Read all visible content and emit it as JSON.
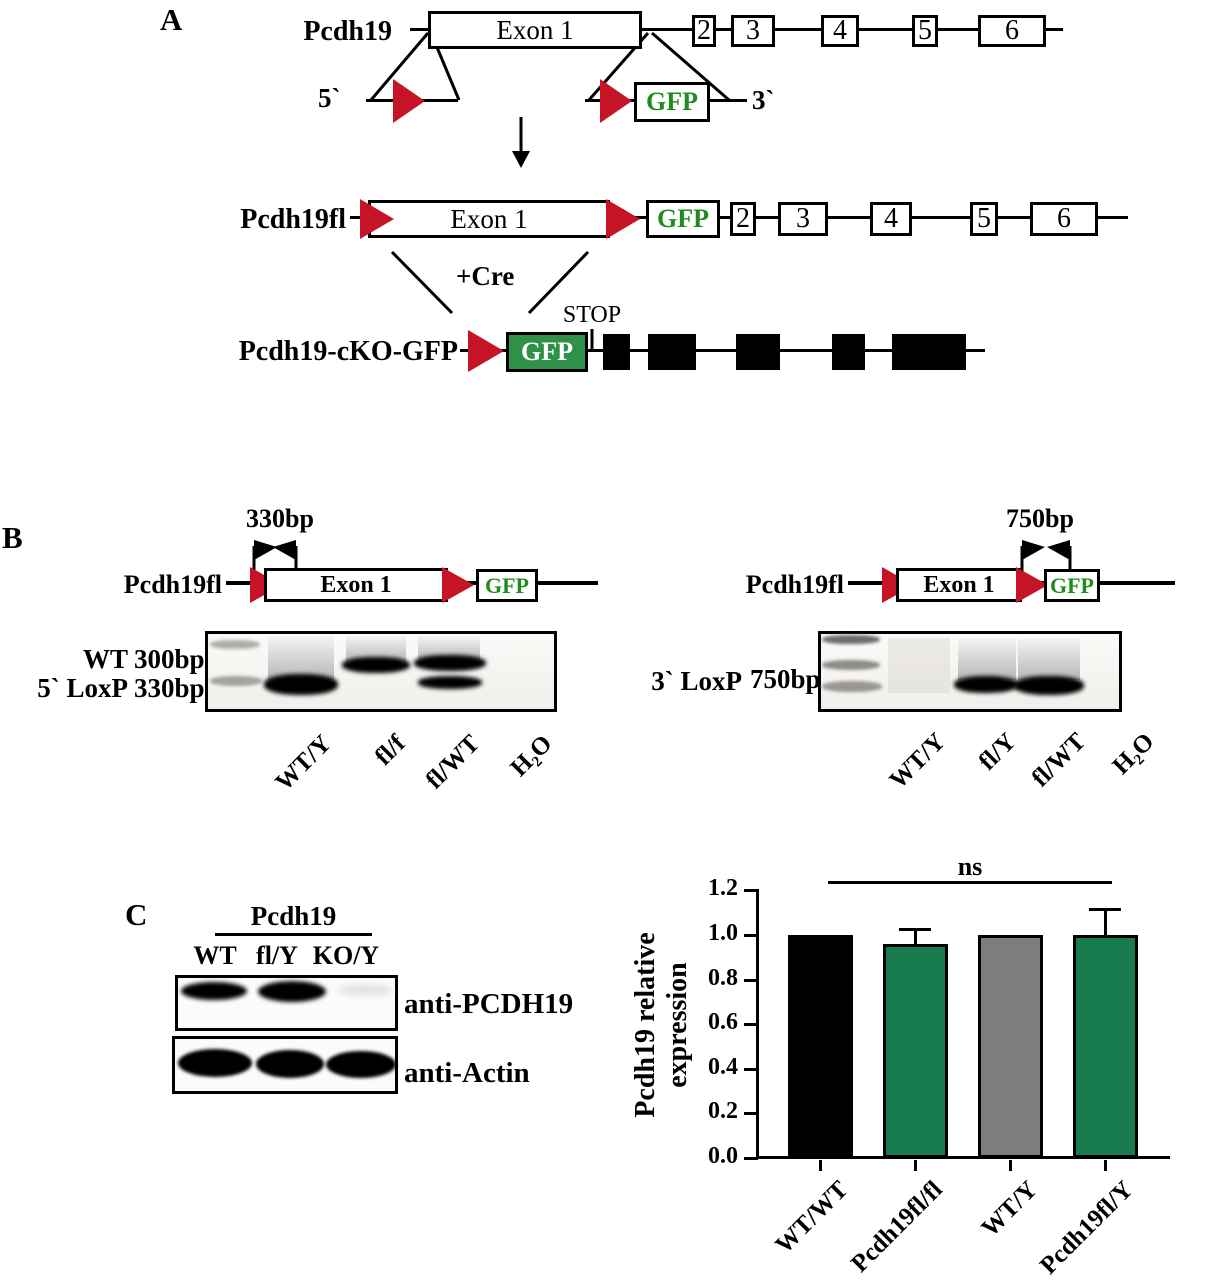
{
  "colors": {
    "loxp_red": "#c41425",
    "gfp_green_fill": "#2e9147",
    "gfp_green_text": "#1e8c1e",
    "bar_green": "#177b4d",
    "bar_gray": "#7d7d7d",
    "bar_black": "#000000"
  },
  "panelA": {
    "label": "A",
    "row1_name": "Pcdh19",
    "row2_name": "Pcdh19fl",
    "row3_name": "Pcdh19-cKO-GFP",
    "exon1_label": "Exon 1",
    "exon_numbers": [
      "2",
      "3",
      "4",
      "5",
      "6"
    ],
    "gfp_label": "GFP",
    "five_prime": "5`",
    "three_prime": "3`",
    "cre_label": "+Cre",
    "stop_label": "STOP"
  },
  "panelB": {
    "label": "B",
    "left": {
      "amplicon_size": "330bp",
      "construct_name": "Pcdh19fl",
      "exon1_label": "Exon 1",
      "gfp_label": "GFP",
      "wt_label": "WT",
      "wt_size": "300bp",
      "loxp_label": "5` LoxP",
      "loxp_size": "330bp",
      "lanes": [
        "WT/Y",
        "fl/f",
        "fl/WT",
        "H₂O"
      ]
    },
    "right": {
      "amplicon_size": "750bp",
      "construct_name": "Pcdh19fl",
      "exon1_label": "Exon 1",
      "gfp_label": "GFP",
      "loxp_label": "3` LoxP",
      "loxp_size": "750bp",
      "lanes": [
        "WT/Y",
        "fl/Y",
        "fl/WT",
        "H₂O"
      ]
    }
  },
  "panelC": {
    "label": "C",
    "blot_title": "Pcdh19",
    "lane_labels": [
      "WT",
      "fl/Y",
      "KO/Y"
    ],
    "antibody_top": "anti-PCDH19",
    "antibody_bottom": "anti-Actin"
  },
  "chart_data": {
    "type": "bar",
    "title": "",
    "categories": [
      "WT/WT",
      "Pcdh19fl/fl",
      "WT/Y",
      "Pcdh19fl/Y"
    ],
    "values": [
      1.0,
      0.96,
      1.0,
      1.0
    ],
    "errors_plus": [
      0,
      0.07,
      0,
      0.12
    ],
    "bar_colors": [
      "#000000",
      "#177b4d",
      "#7d7d7d",
      "#177b4d"
    ],
    "ylabel_line1": "Pcdh19 relative",
    "ylabel_line2": "expression",
    "yticks": [
      1.2,
      1.0,
      0.8,
      0.6,
      0.4,
      0.2,
      0.0
    ],
    "ylim": [
      0,
      1.2
    ],
    "significance": "ns",
    "grid": false,
    "legend": false
  }
}
